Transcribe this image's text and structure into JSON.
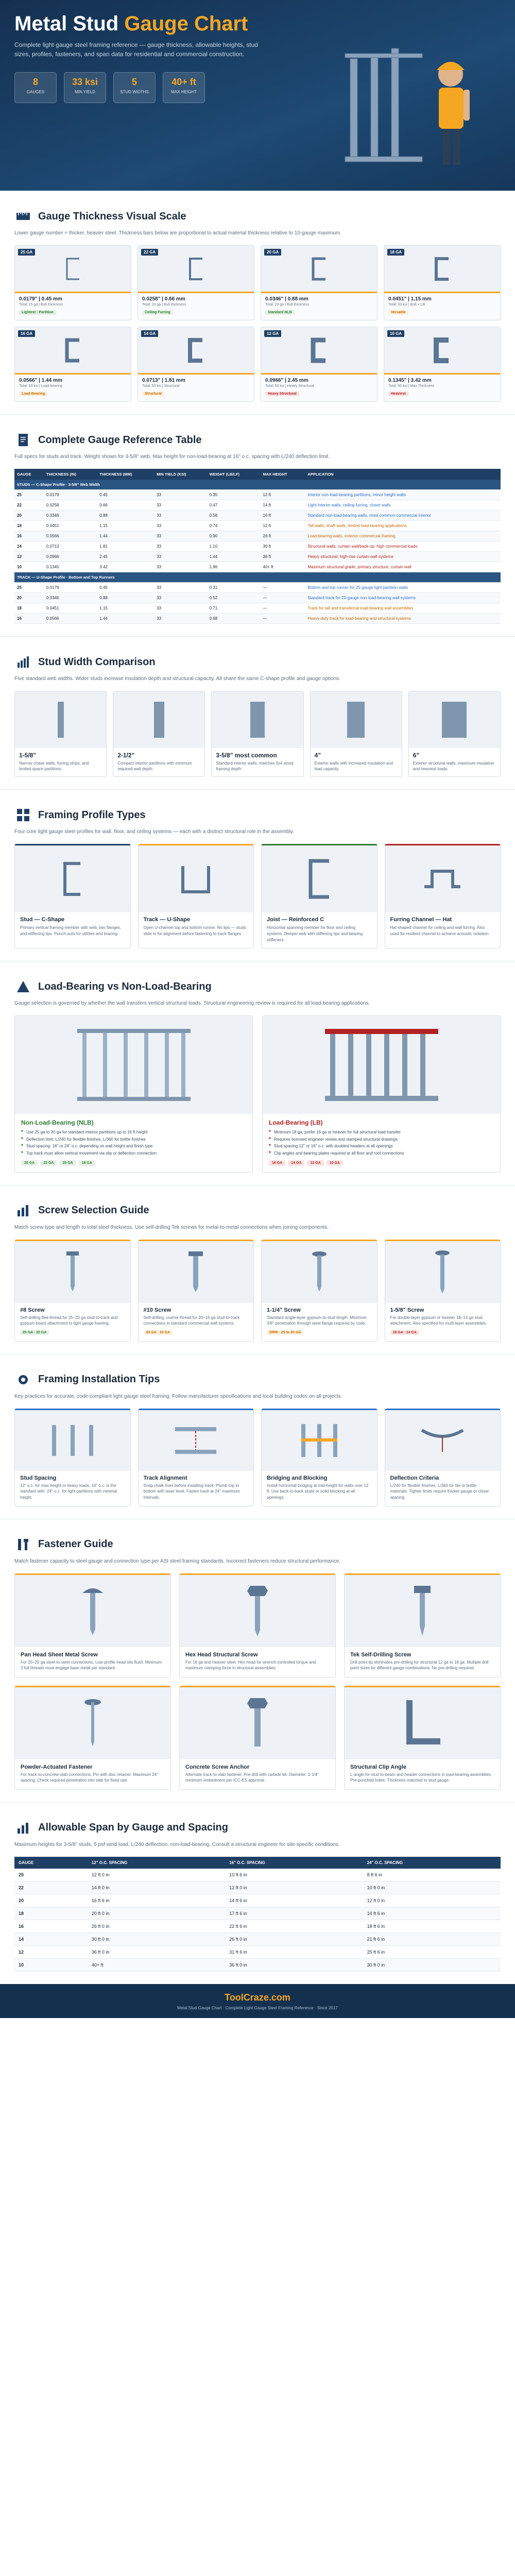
{
  "hero": {
    "title_main": "Metal Stud",
    "title_accent": "Gauge Chart",
    "subtitle": "Complete light gauge steel framing reference — gauge thickness, allowable heights, stud sizes, profiles, fasteners, and span data for residential and commercial construction.",
    "stats": [
      {
        "num": "8",
        "label": "GAUGES"
      },
      {
        "num": "33 ksi",
        "label": "MIN YIELD"
      },
      {
        "num": "5",
        "label": "STUD WIDTHS"
      },
      {
        "num": "40+ ft",
        "label": "MAX HEIGHT"
      }
    ]
  },
  "gauge": {
    "title": "Gauge Thickness Visual Scale",
    "desc": "Lower gauge number = thicker, heavier steel. Thickness bars below are proportional to actual material thickness relative to 10-gauge maximum.",
    "cards": [
      {
        "tag": "25 GA",
        "thick": "0.0179\" | 0.45 mm",
        "meta": "Total: 15 ga | Bult thickness",
        "use": "Lightest · Partition",
        "cls": ""
      },
      {
        "tag": "22 GA",
        "thick": "0.0258\" | 0.66 mm",
        "meta": "Total: 18 ga | Bult thickness",
        "use": "Ceiling Furring",
        "cls": ""
      },
      {
        "tag": "20 GA",
        "thick": "0.0346\" | 0.88 mm",
        "meta": "Total: 20 ga | Bult thickness",
        "use": "Standard NLB",
        "cls": ""
      },
      {
        "tag": "18 GA",
        "thick": "0.0451\" | 1.15 mm",
        "meta": "Total: 33 ksi | Bult + LB",
        "use": "Versatile",
        "cls": "orange"
      },
      {
        "tag": "16 GA",
        "thick": "0.0566\" | 1.44 mm",
        "meta": "Total: 33 ksi | Load-bearing",
        "use": "Load-Bearing",
        "cls": "orange"
      },
      {
        "tag": "14 GA",
        "thick": "0.0713\" | 1.81 mm",
        "meta": "Total: 50 ksi | Structural",
        "use": "Structural",
        "cls": "orange"
      },
      {
        "tag": "12 GA",
        "thick": "0.0966\" | 2.45 mm",
        "meta": "Total: 50 ksi | Heavy Structural",
        "use": "Heavy Structural",
        "cls": "red"
      },
      {
        "tag": "10 GA",
        "thick": "0.1345\" | 3.42 mm",
        "meta": "Total: 50 ksi | Max Thickness",
        "use": "Heaviest",
        "cls": "red"
      }
    ]
  },
  "reference": {
    "title": "Complete Gauge Reference Table",
    "desc": "Full specs for studs and track. Weight shown for 3-5/8\" web. Max height for non-load-bearing at 16\" o.c. spacing with L/240 deflection limit.",
    "headers": [
      "GAUGE",
      "THICKNESS (IN)",
      "THICKNESS (MM)",
      "MIN YIELD (KSI)",
      "WEIGHT (LB/LF)",
      "MAX HEIGHT",
      "APPLICATION"
    ],
    "group1": "STUDS — C-Shape Profile · 3-5/8\" Web Width",
    "group2": "TRACK — U-Shape Profile · Bottom and Top Runners",
    "studs": [
      [
        "25",
        "0.0179",
        "0.45",
        "33",
        "0.35",
        "12 ft",
        "Interior non-load-bearing partitions; minor height walls"
      ],
      [
        "22",
        "0.0258",
        "0.66",
        "33",
        "0.47",
        "14 ft",
        "Light interior walls, ceiling furring, closet walls"
      ],
      [
        "20",
        "0.0346",
        "0.88",
        "33",
        "0.58",
        "16 ft",
        "Standard non-load-bearing walls, most common commercial interior"
      ],
      [
        "18",
        "0.0451",
        "1.15",
        "33",
        "0.74",
        "12 ft",
        "Tall walls, shaft walls, limited load-bearing applications"
      ],
      [
        "16",
        "0.0566",
        "1.44",
        "33",
        "0.90",
        "26 ft",
        "Load-bearing walls, exterior commercial framing"
      ],
      [
        "14",
        "0.0713",
        "1.81",
        "33",
        "1.10",
        "30 ft",
        "Structural walls, curtain wall/back-up, high commercial loads"
      ],
      [
        "12",
        "0.0966",
        "2.45",
        "33",
        "1.44",
        "36 ft",
        "Heavy structural, high-rise curtain wall systems"
      ],
      [
        "10",
        "0.1345",
        "3.42",
        "33",
        "1.96",
        "40+ ft",
        "Maximum structural grade, primary structure, curtain wall"
      ]
    ],
    "track": [
      [
        "25",
        "0.0179",
        "0.45",
        "33",
        "0.31",
        "—",
        "Bottom and top runner for 25-gauge light partition walls"
      ],
      [
        "20",
        "0.0346",
        "0.88",
        "33",
        "0.52",
        "—",
        "Standard track for 20-gauge non-load-bearing wall systems"
      ],
      [
        "18",
        "0.0451",
        "1.15",
        "33",
        "0.71",
        "—",
        "Track for tall and transitional load-bearing wall assemblies"
      ],
      [
        "16",
        "0.0566",
        "1.44",
        "33",
        "0.68",
        "—",
        "Heavy-duty track for load-bearing and structural systems"
      ]
    ]
  },
  "widths": {
    "title": "Stud Width Comparison",
    "desc": "Five standard web widths. Wider studs increase insulation depth and structural capacity. All share the same C-shape profile and gauge options.",
    "cards": [
      {
        "t": "1-5/8\"",
        "d": "Narrow chase walls, furring strips, and limited-space partitions."
      },
      {
        "t": "2-1/2\"",
        "d": "Compact interior partitions with minimum required wall depth."
      },
      {
        "t": "3-5/8\" most common",
        "d": "Standard interior walls; matches 2x4 wood framing depth."
      },
      {
        "t": "4\"",
        "d": "Exterior walls with increased insulation and load capacity."
      },
      {
        "t": "6\"",
        "d": "Exterior structural walls, maximum insulation and heaviest loads."
      }
    ]
  },
  "profiles": {
    "title": "Framing Profile Types",
    "desc": "Four core light gauge steel profiles for wall, floor, and ceiling systems — each with a distinct structural role in the assembly.",
    "cards": [
      {
        "t": "Stud — C-Shape",
        "d": "Primary vertical framing member with web, two flanges, and stiffening lips. Punch-outs for utilities and bracing."
      },
      {
        "t": "Track — U-Shape",
        "d": "Open U-channel top and bottom runner. No lips — studs slide in for alignment before fastening to track flanges."
      },
      {
        "t": "Joist — Reinforced C",
        "d": "Horizontal spanning member for floor and ceiling systems. Deeper web with stiffening lips and bearing stiffeners."
      },
      {
        "t": "Furring Channel — Hat",
        "d": "Hat-shaped channel for ceiling and wall furring. Also used for resilient channel to achieve acoustic isolation."
      }
    ]
  },
  "loadbearing": {
    "title": "Load-Bearing vs Non-Load-Bearing",
    "desc": "Gauge selection is governed by whether the wall transfers vertical structural loads. Structural engineering review is required for all load-bearing applications.",
    "nlb": {
      "t": "Non-Load-Bearing (NLB)",
      "items": [
        "Use 25 ga to 20 ga for standard interior partitions up to 16 ft height",
        "Deflection limit: L/240 for flexible finishes, L/360 for brittle finishes",
        "Stud spacing: 16\" or 24\" o.c. depending on wall height and finish type",
        "Top track must allow vertical movement via slip or deflection connection"
      ],
      "chips": [
        "25 GA",
        "22 GA",
        "20 GA",
        "18 GA"
      ]
    },
    "lb": {
      "t": "Load-Bearing (LB)",
      "items": [
        "Minimum 18 ga; prefer 16 ga or heavier for full structural load transfer",
        "Requires licensed engineer review and stamped structural drawings",
        "Stud spacing 12\" or 16\" o.c. with doubled headers at all openings",
        "Clip angles and bearing plates required at all floor and roof connections"
      ],
      "chips": [
        "16 GA",
        "14 GA",
        "12 GA",
        "10 GA"
      ]
    }
  },
  "screws": {
    "title": "Screw Selection Guide",
    "desc": "Match screw type and length to total steel thickness. Use self-drilling Tek screws for metal-to-metal connections when joining components.",
    "cards": [
      {
        "t": "#8 Screw",
        "d": "Self-drilling flea-thread for 25–20 ga stud-to-track and gypsum board attachment to light gauge framing.",
        "tag": "25 GA · 20 GA",
        "cls": ""
      },
      {
        "t": "#10 Screw",
        "d": "Self-drilling, coarse thread for 20–16 ga stud-to-track connections in standard commercial wall systems.",
        "tag": "20 GA · 16 GA",
        "cls": "o"
      },
      {
        "t": "1-1/4\" Screw",
        "d": "Standard single-layer gypsum-to-stud length. Minimum 3/8\" penetration through steel flange required by code.",
        "tag": "DRW · 25 to 20 GA",
        "cls": "o"
      },
      {
        "t": "1-5/8\" Screw",
        "d": "For double-layer gypsum or heavier 18–14 ga stud attachment. Also specified for multi-layer assemblies.",
        "tag": "18 GA · 14 GA",
        "cls": "r"
      }
    ]
  },
  "tips": {
    "title": "Framing Installation Tips",
    "desc": "Key practices for accurate, code-compliant light gauge steel framing. Follow manufacturer specifications and local building codes on all projects.",
    "cards": [
      {
        "t": "Stud Spacing",
        "d": "12\" o.c. for max height or heavy loads. 16\" o.c. is the standard with. 24\" o.c. for light partitions with minimal height."
      },
      {
        "t": "Track Alignment",
        "d": "Snap chalk lines before installing track. Plumb top to bottom with laser level. Fasten track at 24\" maximum intervals."
      },
      {
        "t": "Bridging and Blocking",
        "d": "Install horizontal bridging at mid-height for walls over 12 ft. Use back-to-back studs or solid blocking at all openings."
      },
      {
        "t": "Deflection Criteria",
        "d": "L/240 for flexible finishes, L/360 for tile or brittle materials. Tighter limits require thicker gauge or closer spacing."
      }
    ]
  },
  "fasteners": {
    "title": "Fastener Guide",
    "desc": "Match fastener capacity to steel gauge and connection type per ASI steel framing standards. Incorrect fasteners reduce structural performance.",
    "cards": [
      {
        "t": "Pan Head Sheet Metal Screw",
        "d": "For 25–20 ga steel-to-steel connections. Low-profile head sits flush. Minimum 3 full threads must engage base metal per standard."
      },
      {
        "t": "Hex Head Structural Screw",
        "d": "For 18 ga and heavier steel. Hex head for wrench-controlled torque and maximum clamping force in structural assemblies."
      },
      {
        "t": "Tek Self-Drilling Screw",
        "d": "Drill point tip eliminates pre-drilling for structural 12 ga to 18 ga. Multiple drill point sizes for different gauge combinations. No pre-drilling required."
      },
      {
        "t": "Powder-Actuated Fastener",
        "d": "For track-to-concrete slab connections. Pin with disc retainer. Maximum 24\" spacing. Check required penetration into slab for fixed use."
      },
      {
        "t": "Concrete Screw Anchor",
        "d": "Alternate track-to-slab fastener. Pre-drill with carbide bit. Diameter: 1-1/4\" minimum embedment per ICC-ES approval."
      },
      {
        "t": "Structural Clip Angle",
        "d": "L-angle for stud-to-beam and header connections in load-bearing assemblies. Pre-punched holes. Thickness matched to stud gauge."
      }
    ]
  },
  "spans": {
    "title": "Allowable Span by Gauge and Spacing",
    "desc": "Maximum heights for 3-5/8\" studs, 5 psf wind load, L/240 deflection, non-load-bearing. Consult a structural engineer for site-specific conditions.",
    "headers": [
      "GAUGE",
      "12\" O.C. SPACING",
      "16\" O.C. SPACING",
      "24\" O.C. SPACING"
    ],
    "rows": [
      [
        "25",
        "12 ft 0 in",
        "10 ft 6 in",
        "8 ft 6 in"
      ],
      [
        "22",
        "14 ft 0 in",
        "12 ft 0 in",
        "10 ft 0 in"
      ],
      [
        "20",
        "16 ft 6 in",
        "14 ft 6 in",
        "12 ft 0 in"
      ],
      [
        "18",
        "20 ft 0 in",
        "17 ft 6 in",
        "14 ft 6 in"
      ],
      [
        "16",
        "26 ft 0 in",
        "22 ft 6 in",
        "18 ft 6 in"
      ],
      [
        "14",
        "30 ft 0 in",
        "26 ft 0 in",
        "21 ft 6 in"
      ],
      [
        "12",
        "36 ft 0 in",
        "31 ft 6 in",
        "25 ft 6 in"
      ],
      [
        "10",
        "40+ ft",
        "36 ft 0 in",
        "30 ft 0 in"
      ]
    ]
  },
  "footer": {
    "brand": "ToolCraze.com",
    "sub": "Metal Stud Gauge Chart · Complete Light Gauge Steel Framing Reference · Since 2017"
  },
  "colors": {
    "navy": "#1f3f64",
    "accent": "#f5a623",
    "green": "#2e7d32",
    "red": "#b22222"
  }
}
